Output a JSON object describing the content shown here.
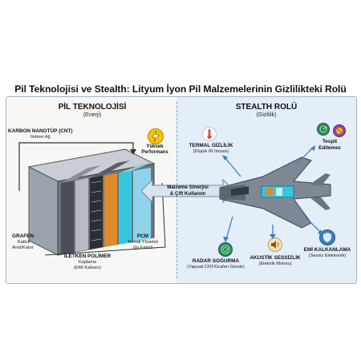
{
  "title": "Pil Teknolojisi ve Stealth: Lityum İyon Pil Malzemelerinin Gizlilikteki Rolü",
  "left": {
    "heading": "PİL TEKNOLOJİSİ",
    "subheading": "(Enerji)",
    "cnt_title": "KARBON NANOTÜP (CNT)",
    "cnt_sub": "İletken Ağ",
    "perf_title": "Yüksek",
    "perf_title2": "Performans",
    "grafen_title": "GRAFEN",
    "grafen_sub1": "Katkılı",
    "grafen_sub2": "Anot/Katot",
    "polymer_title": "İLETKEN POLİMER",
    "polymer_sub1": "Kaplama",
    "polymer_sub2": "(EMI Kalkanı)",
    "pcm_title": "PCM",
    "pcm_sub1": "Termal Yönetim",
    "pcm_sub2": "(Isı Emici)"
  },
  "center": {
    "line1": "Malzeme Sinerjisi",
    "line2": "& Çift Kullanım"
  },
  "right": {
    "heading": "STEALTH ROLÜ",
    "subheading": "(Gizlilik)",
    "thermal_title": "TERMAL GİZLİLİK",
    "thermal_sub": "(Düşük IR İmzası)",
    "detect_title": "Tespit",
    "detect_title2": "Edilemez",
    "radar_title": "RADAR SOĞURMA",
    "radar_sub": "(Yapısal CNT/Grafen Gövde)",
    "acoustic_title": "AKUSTİK SESSİZLİK",
    "acoustic_sub": "(Elektrik Motoru)",
    "emi_title": "EMİ KALKANLAMA",
    "emi_sub": "(Sessiz Elektronik)"
  },
  "colors": {
    "accent_blue": "#3a7fc4",
    "thermal_red": "#d9534f",
    "radar_green": "#2e8b57",
    "warn_yellow": "#f5c400",
    "battery_cyan": "#36c7e0"
  }
}
